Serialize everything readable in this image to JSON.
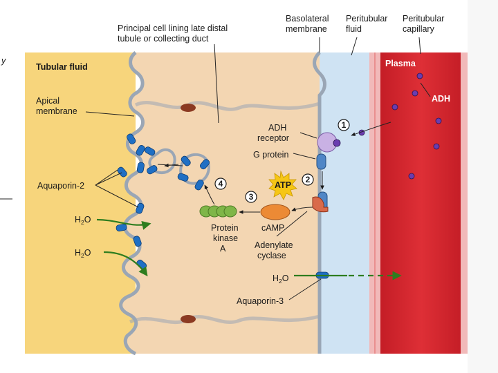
{
  "labels": {
    "principal_cell_line1": "Principal cell lining late distal",
    "principal_cell_line2": "tubule or collecting duct",
    "basolateral_line1": "Basolateral",
    "basolateral_line2": "membrane",
    "peritubular_fluid_line1": "Peritubular",
    "peritubular_fluid_line2": "fluid",
    "peritubular_capillary_line1": "Peritubular",
    "peritubular_capillary_line2": "capillary",
    "tubular_fluid": "Tubular fluid",
    "plasma": "Plasma",
    "apical_line1": "Apical",
    "apical_line2": "membrane",
    "aquaporin2": "Aquaporin-2",
    "adh": "ADH",
    "adh_receptor_line1": "ADH",
    "adh_receptor_line2": "receptor",
    "g_protein": "G protein",
    "atp": "ATP",
    "camp": "cAMP",
    "protein_kinase_line1": "Protein",
    "protein_kinase_line2": "kinase",
    "protein_kinase_line3": "A",
    "adenylate_line1": "Adenylate",
    "adenylate_line2": "cyclase",
    "h2o": "H",
    "h2o_sub": "2",
    "h2o_o": "O",
    "aquaporin3": "Aquaporin-3",
    "margin_mark": "y"
  },
  "steps": [
    "1",
    "2",
    "3",
    "4"
  ],
  "colors": {
    "tubular_fluid": "#f7d57c",
    "cell": "#f3d6b2",
    "peritubular_fluid": "#cfe3f3",
    "capillary_wall": "#f1b9b9",
    "plasma": "#d9262f",
    "aquaporin": "#1f6fc4",
    "adh": "#6a3db0",
    "arrow_green": "#2e7d1f",
    "atp_burst": "#f6c615",
    "camp": "#ec8a35",
    "pka": "#7fb648",
    "junction": "#8b3a22"
  },
  "icons": {
    "atp": "starburst",
    "adh": "circle-dot",
    "aquaporin": "channel-capsule",
    "adh_receptor": "receptor-blob",
    "g_protein": "protein-capsule"
  }
}
